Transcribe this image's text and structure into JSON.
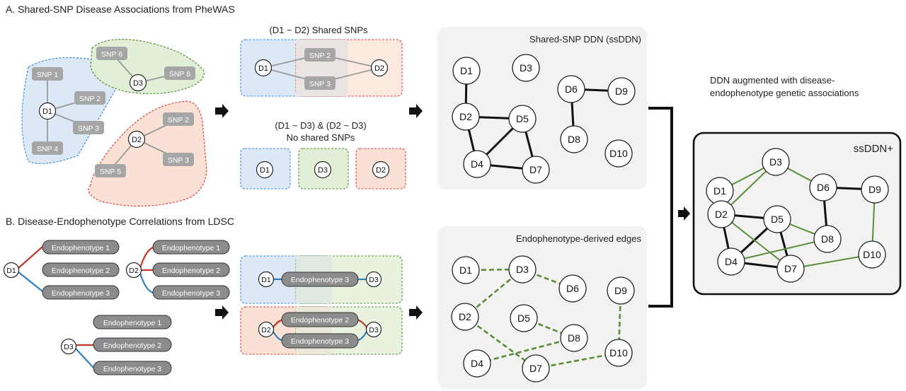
{
  "section_a": {
    "title": "A. Shared-SNP Disease Associations from PheWAS"
  },
  "section_b": {
    "title": "B. Disease-Endophenotype Correlations from LDSC"
  },
  "snp_clusters": {
    "d1": {
      "disease": "D1",
      "snps": [
        "SNP 1",
        "SNP 2",
        "SNP 3",
        "SNP 4"
      ]
    },
    "d3": {
      "disease": "D3",
      "snps": [
        "SNP 6",
        "SNP 8"
      ]
    },
    "d2": {
      "disease": "D2",
      "snps": [
        "SNP 2",
        "SNP 3",
        "SNP 5"
      ]
    }
  },
  "shared": {
    "title": "(D1 ~ D2) Shared SNPs",
    "left": "D1",
    "right": "D2",
    "snps": [
      "SNP 2",
      "SNP 3"
    ]
  },
  "not_shared": {
    "title_line1": "(D1 ~ D3) & (D2 ~ D3)",
    "title_line2": "No shared SNPs",
    "boxes": [
      "D1",
      "D3",
      "D2"
    ]
  },
  "endo_lists": {
    "d1": {
      "disease": "D1",
      "items": [
        "Endophenotype 1",
        "Endophenotype 2",
        "Endophenotype 3"
      ]
    },
    "d2": {
      "disease": "D2",
      "items": [
        "Endophenotype 1",
        "Endophenotype 2",
        "Endophenotype 3"
      ]
    },
    "d3": {
      "disease": "D3",
      "items": [
        "Endophenotype 1",
        "Endophenotype 2",
        "Endophenotype 3"
      ]
    }
  },
  "endo_pairs": {
    "top": {
      "left": "D1",
      "right": "D3",
      "items": [
        "Endophenotype 3"
      ]
    },
    "bottom": {
      "left": "D2",
      "right": "D3",
      "items": [
        "Endophenotype 2",
        "Endophenotype 3"
      ]
    }
  },
  "ssddn": {
    "title": "Shared-SNP DDN (ssDDN)",
    "nodes": [
      "D1",
      "D2",
      "D3",
      "D4",
      "D5",
      "D6",
      "D7",
      "D8",
      "D9",
      "D10"
    ],
    "edges": [
      [
        "D1",
        "D2"
      ],
      [
        "D2",
        "D5"
      ],
      [
        "D2",
        "D4"
      ],
      [
        "D4",
        "D5"
      ],
      [
        "D4",
        "D7"
      ],
      [
        "D5",
        "D7"
      ],
      [
        "D6",
        "D9"
      ],
      [
        "D6",
        "D8"
      ]
    ]
  },
  "endo_network": {
    "title": "Endophenotype-derived edges",
    "nodes": [
      "D1",
      "D2",
      "D3",
      "D4",
      "D5",
      "D6",
      "D7",
      "D8",
      "D9",
      "D10"
    ],
    "edges": [
      [
        "D1",
        "D3"
      ],
      [
        "D3",
        "D6"
      ],
      [
        "D3",
        "D2"
      ],
      [
        "D2",
        "D7"
      ],
      [
        "D5",
        "D8"
      ],
      [
        "D8",
        "D4"
      ],
      [
        "D7",
        "D10"
      ],
      [
        "D9",
        "D10"
      ]
    ]
  },
  "augmented": {
    "caption_line1": "DDN augmented with disease-",
    "caption_line2": "endophenotype genetic associations",
    "title": "ssDDN+",
    "nodes": [
      "D1",
      "D2",
      "D3",
      "D4",
      "D5",
      "D6",
      "D7",
      "D8",
      "D9",
      "D10"
    ],
    "black_edges": [
      [
        "D1",
        "D2"
      ],
      [
        "D2",
        "D5"
      ],
      [
        "D2",
        "D4"
      ],
      [
        "D4",
        "D5"
      ],
      [
        "D4",
        "D7"
      ],
      [
        "D5",
        "D7"
      ],
      [
        "D6",
        "D9"
      ],
      [
        "D6",
        "D8"
      ]
    ],
    "green_edges": [
      [
        "D1",
        "D3"
      ],
      [
        "D3",
        "D6"
      ],
      [
        "D3",
        "D2"
      ],
      [
        "D2",
        "D7"
      ],
      [
        "D5",
        "D8"
      ],
      [
        "D8",
        "D4"
      ],
      [
        "D7",
        "D10"
      ],
      [
        "D9",
        "D10"
      ]
    ]
  },
  "colors": {
    "blue_fill": "#dce8f5",
    "blue_stroke": "#3d8fd6",
    "green_fill": "#e2efd7",
    "green_stroke": "#5a8f3a",
    "red_fill": "#fbe1d5",
    "red_stroke": "#d9443c",
    "pill_gray": "#a6a6a6",
    "endo_gray": "#8c8c8c",
    "panel_gray": "#f2f2f2",
    "green_edge": "#5b8c3a",
    "red_line": "#c0392b",
    "blue_line": "#2f7fc4"
  }
}
